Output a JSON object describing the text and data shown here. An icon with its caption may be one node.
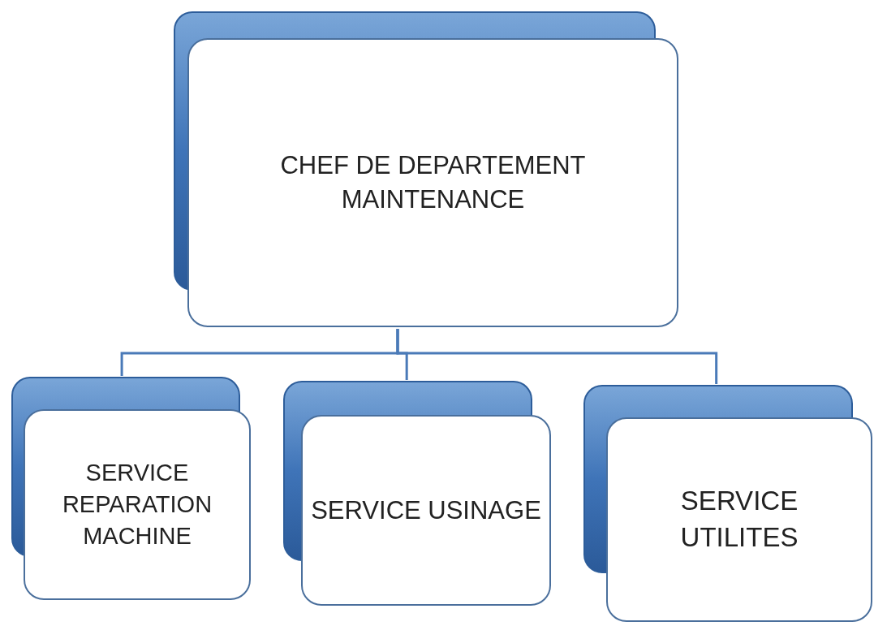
{
  "diagram": {
    "nodes": [
      {
        "text": [
          "CHEF DE DEPARTEMENT MAINTENANCE"
        ]
      },
      {
        "text": [
          "SERVICE REPARATION MACHINE"
        ]
      },
      {
        "text": [
          "SERVICE USINAGE"
        ]
      },
      {
        "text": [
          "SERVICE UTILITES"
        ]
      }
    ],
    "edges": [
      {
        "from": 0,
        "to": 1,
        "arrow": "none"
      },
      {
        "from": 0,
        "to": 2,
        "arrow": "none"
      },
      {
        "from": 0,
        "to": 3,
        "arrow": "none"
      }
    ]
  }
}
